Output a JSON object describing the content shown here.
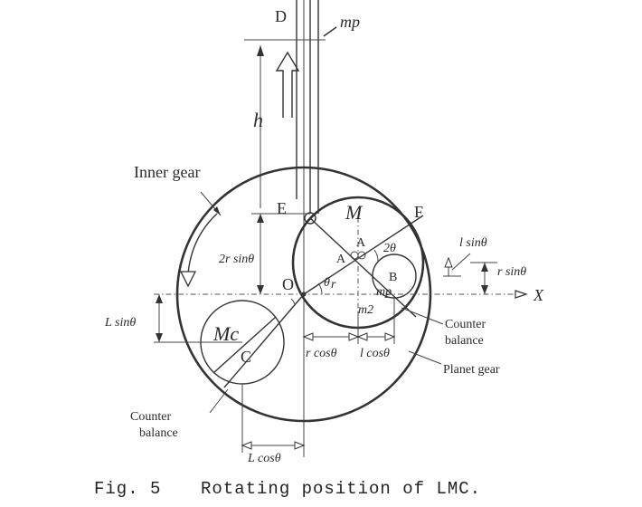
{
  "labels": {
    "d": "D",
    "mp": "mp",
    "h": "h",
    "inner_gear": "Inner gear",
    "e": "E",
    "m": "M",
    "f": "F",
    "two_r_sin": "2r sinθ",
    "a_top": "A",
    "a_mid": "A",
    "two_theta": "2θ",
    "b": "B",
    "l_sin_right": "l sinθ",
    "r_sin": "r sinθ",
    "o": "O",
    "r": "r",
    "theta": "θ",
    "x": "X",
    "mp_lower": "mp",
    "m2": "m2",
    "l_sin_left": "L sinθ",
    "mc": "Mc",
    "c": "C",
    "counter_balance_right_1": "Counter",
    "counter_balance_right_2": "balance",
    "r_cos": "r cosθ",
    "l_cos": "l cosθ",
    "planet_gear": "Planet gear",
    "counter_balance_left_1": "Counter",
    "counter_balance_left_2": "balance",
    "l_cos_bottom": "L cosθ"
  },
  "caption": {
    "fig": "Fig. 5",
    "title": "Rotating position of LMC."
  }
}
